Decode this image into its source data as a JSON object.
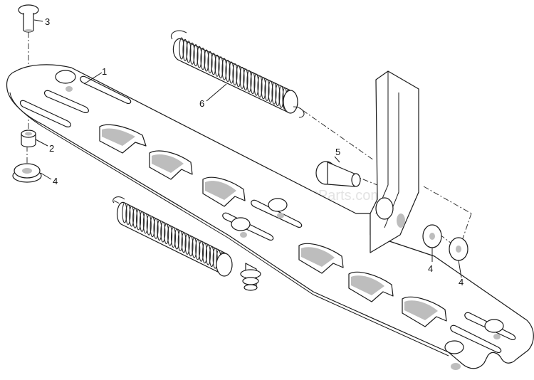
{
  "watermark": "eReplacementParts.com",
  "callouts": [
    {
      "id": "1",
      "label": "1"
    },
    {
      "id": "2",
      "label": "2"
    },
    {
      "id": "3",
      "label": "3"
    },
    {
      "id": "4a",
      "label": "4"
    },
    {
      "id": "4b",
      "label": "4"
    },
    {
      "id": "4c",
      "label": "4"
    },
    {
      "id": "5",
      "label": "5"
    },
    {
      "id": "6",
      "label": "6"
    }
  ]
}
